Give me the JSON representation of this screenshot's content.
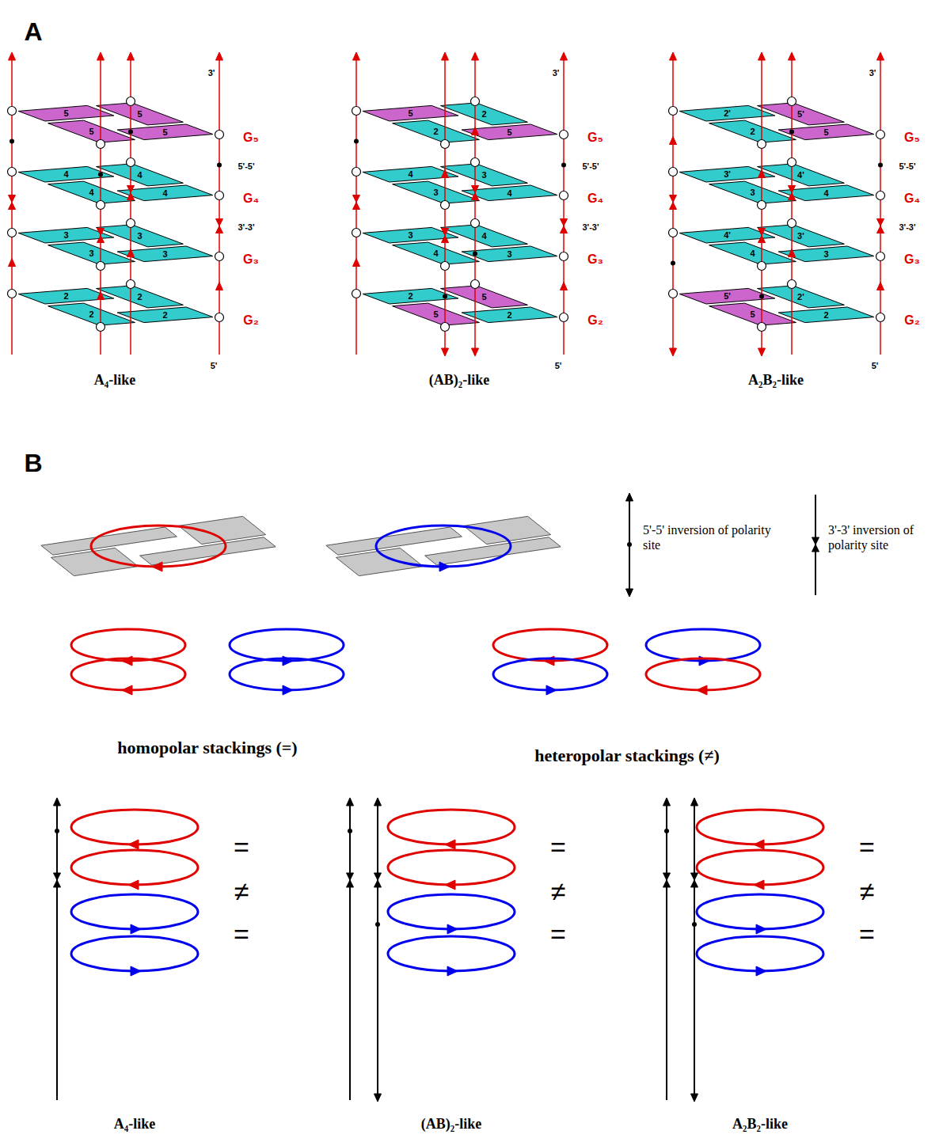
{
  "diagram": {
    "labels": [
      "A",
      "3'",
      "5",
      "5",
      "5",
      "5",
      "G₅",
      "5'-5'",
      "4",
      "4",
      "4",
      "4",
      "G₄",
      "3'-3'",
      "3",
      "3",
      "3",
      "3",
      "G₃",
      "2",
      "2",
      "2",
      "2",
      "G₂",
      "5'",
      "A₄-like",
      "3'",
      "5",
      "2",
      "2",
      "5",
      "G₅",
      "5'-5'",
      "4",
      "3",
      "3",
      "4",
      "G₄",
      "3'-3'",
      "3",
      "4",
      "4",
      "3",
      "G₃",
      "2",
      "5",
      "5",
      "2",
      "G₂",
      "5'",
      "(AB)₂-like",
      "3'",
      "2'",
      "5'",
      "2",
      "5",
      "G₅",
      "5'-5'",
      "3'",
      "4'",
      "3",
      "4",
      "G₄",
      "3'-3'",
      "4'",
      "3'",
      "4",
      "3",
      "G₃",
      "5'",
      "2'",
      "5",
      "2",
      "G₂",
      "5'",
      "A₂B₂-like",
      "B",
      "homopolar stackings (=)",
      "heteropolar stackings (≠)",
      "=",
      "≠",
      "=",
      "A₄-like",
      "=",
      "≠",
      "=",
      "(AB)₂-like",
      "=",
      "≠",
      "=",
      "A₂B₂-like"
    ],
    "legend": [
      {
        "text": "5'-5' inversion of polarity site"
      },
      {
        "text": "3'-3' inversion of polarity site"
      }
    ]
  }
}
